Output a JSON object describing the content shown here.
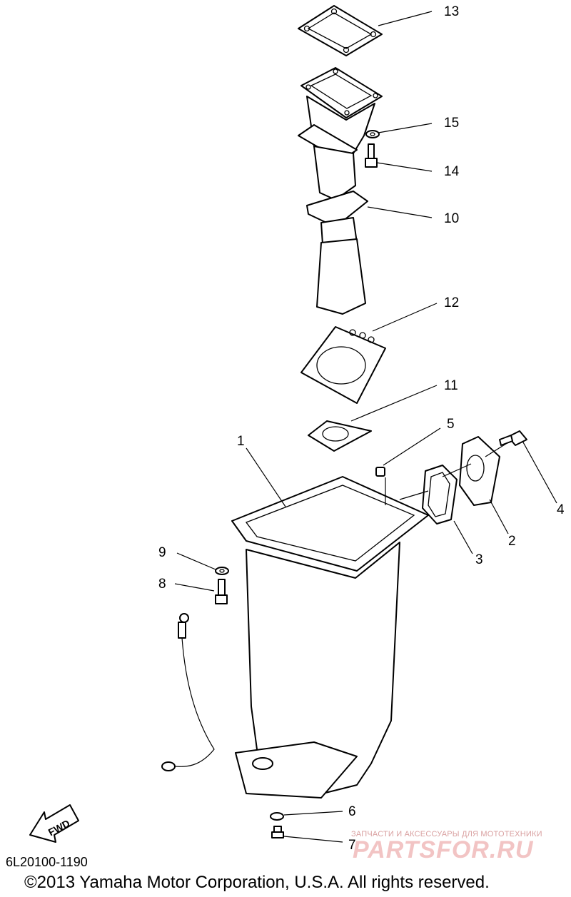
{
  "callouts": [
    {
      "id": "13",
      "label": "13"
    },
    {
      "id": "15",
      "label": "15"
    },
    {
      "id": "14",
      "label": "14"
    },
    {
      "id": "10",
      "label": "10"
    },
    {
      "id": "12",
      "label": "12"
    },
    {
      "id": "11",
      "label": "11"
    },
    {
      "id": "5",
      "label": "5"
    },
    {
      "id": "1",
      "label": "1"
    },
    {
      "id": "4",
      "label": "4"
    },
    {
      "id": "2",
      "label": "2"
    },
    {
      "id": "3",
      "label": "3"
    },
    {
      "id": "9",
      "label": "9"
    },
    {
      "id": "8",
      "label": "8"
    },
    {
      "id": "6",
      "label": "6"
    },
    {
      "id": "7",
      "label": "7"
    }
  ],
  "fwd_label": "FWD",
  "footer": {
    "diagram_code": "6L20100-1190",
    "copyright": "©2013 Yamaha Motor Corporation, U.S.A. All rights reserved."
  },
  "watermark": {
    "tagline": "ЗАПЧАСТИ И АКСЕССУАРЫ ДЛЯ МОТОТЕХНИКИ",
    "logo": "PARTSFOR.RU"
  }
}
